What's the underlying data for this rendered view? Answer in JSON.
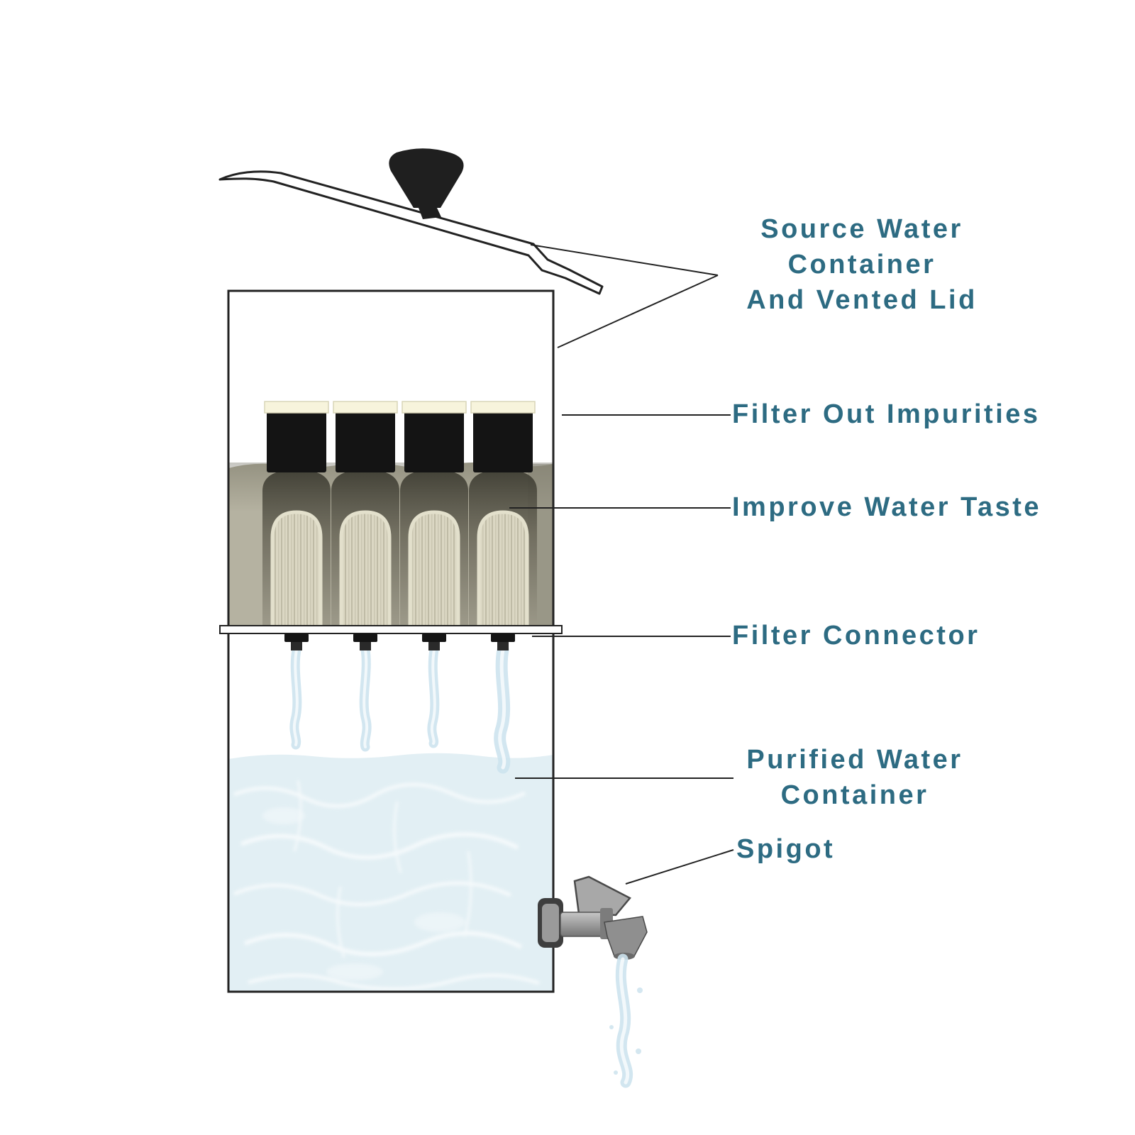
{
  "colors": {
    "label": "#2d6b82",
    "line": "#222222",
    "murky_water": "#b5b2a1",
    "murky_shadow": "#3a392f",
    "filter_black": "#141414",
    "filter_cream_cap": "#f7f4dc",
    "filter_pleat": "#dbd7c3",
    "purified_water": "#e2eff4",
    "stream_blue": "#cde3ee",
    "spigot_gray": "#9a9a9a"
  },
  "labels": {
    "source": [
      "Source Water",
      "Container",
      "And Vented Lid"
    ],
    "filter_out": "Filter Out Impurities",
    "improve_taste": "Improve Water Taste",
    "filter_connector": "Filter Connector",
    "purified": [
      "Purified Water",
      "Container"
    ],
    "spigot": "Spigot"
  }
}
